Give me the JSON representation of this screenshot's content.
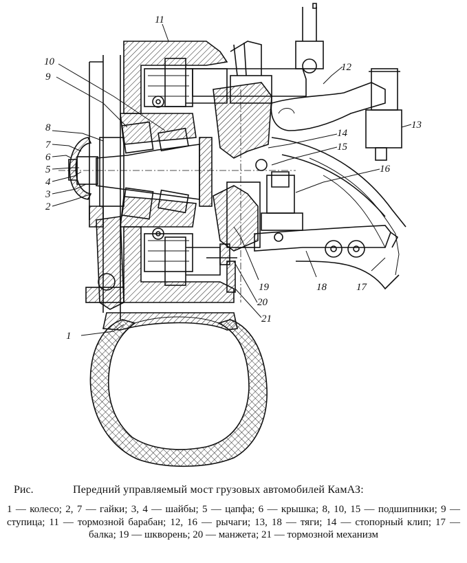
{
  "figure": {
    "caption_prefix": "Рис.",
    "title": "Передний управляемый мост грузовых автомобилей КамАЗ:",
    "legend": "1 — колесо; 2, 7 — гайки; 3, 4 — шайбы; 5 — цапфа; 6 — крышка; 8, 10, 15 — подшипники; 9 — ступица; 11 — тормозной барабан; 12, 16 — рычаги; 13, 18 — тяги; 14 — стопорный клип; 17 — балка; 19 — шкворень; 20 — манжета; 21 — тормозной механизм"
  },
  "callouts": {
    "n1": "1",
    "n2": "2",
    "n3": "3",
    "n4": "4",
    "n5": "5",
    "n6": "6",
    "n7": "7",
    "n8": "8",
    "n9": "9",
    "n10": "10",
    "n11": "11",
    "n12": "12",
    "n13": "13",
    "n14": "14",
    "n15": "15",
    "n16": "16",
    "n17": "17",
    "n18": "18",
    "n19": "19",
    "n20": "20",
    "n21": "21"
  }
}
